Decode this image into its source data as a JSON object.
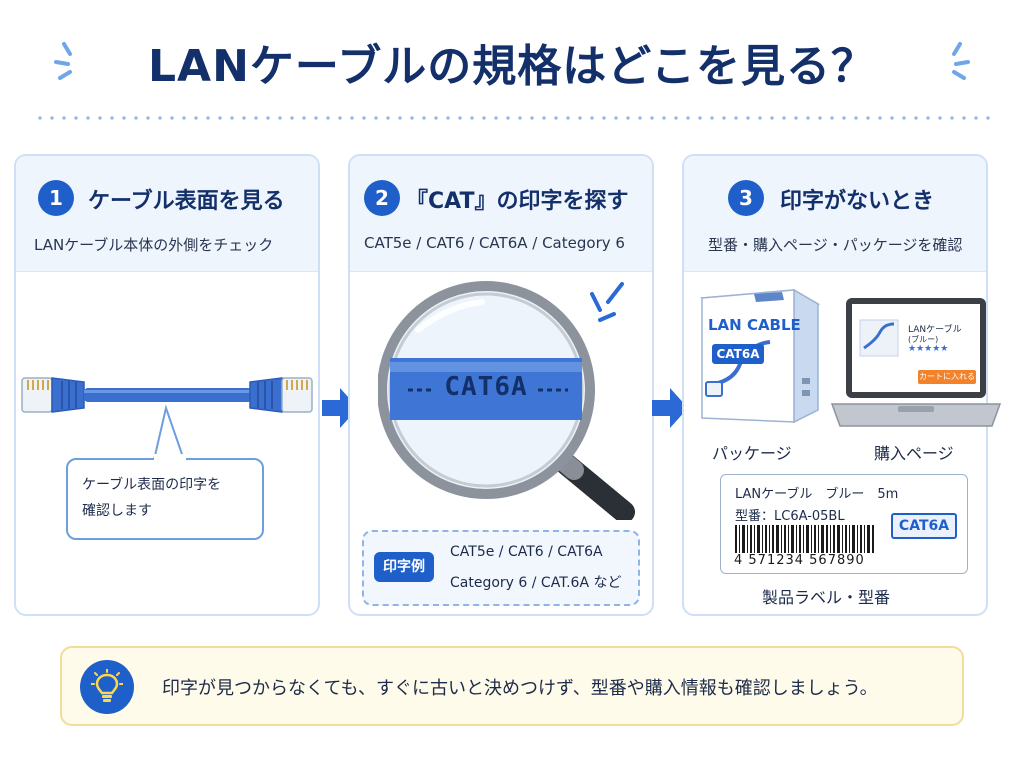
{
  "title": "LANケーブルの規格はどこを見る？",
  "steps": [
    {
      "number": "1",
      "title": "ケーブル表面を見る",
      "subtitle": "LANケーブル本体の外側をチェック",
      "callout": [
        "ケーブル表面の印字を",
        "確認します"
      ]
    },
    {
      "number": "2",
      "title": "『CAT』の印字を探す",
      "subtitle": "CAT5e / CAT6 / CAT6A / Category 6",
      "magnified_print": "CAT6A",
      "example_tag": "印字例",
      "example_lines": [
        "CAT5e / CAT6 / CAT6A",
        "Category 6 / CAT.6A など"
      ]
    },
    {
      "number": "3",
      "title": "印字がないとき",
      "subtitle": "型番・購入ページ・パッケージを確認",
      "package": {
        "brand": "LAN CABLE",
        "badge": "CAT6A",
        "caption": "パッケージ"
      },
      "laptop": {
        "product_name": "LANケーブル",
        "product_variant": "(ブルー)",
        "stars": "★★★★★",
        "cart_button": "カートに入れる",
        "caption": "購入ページ"
      },
      "product_label": {
        "line1": "LANケーブル　ブルー　5m",
        "line2": "型番：LC6A-05BL",
        "badge": "CAT6A",
        "barcode_number": "4 571234 567890",
        "caption": "製品ラベル・型番"
      }
    }
  ],
  "tip": "印字が見つからなくても、すぐに古いと決めつけず、型番や購入情報も確認しましょう。",
  "colors": {
    "primary": "#1f5fc9",
    "navy": "#13306a",
    "cable": "#3a6fcf",
    "tip_bg": "#fffbea",
    "tip_border": "#f1dc9a"
  },
  "icons": [
    "arrow-right-icon",
    "lightbulb-icon",
    "magnifier-icon",
    "sparkle-icon"
  ]
}
